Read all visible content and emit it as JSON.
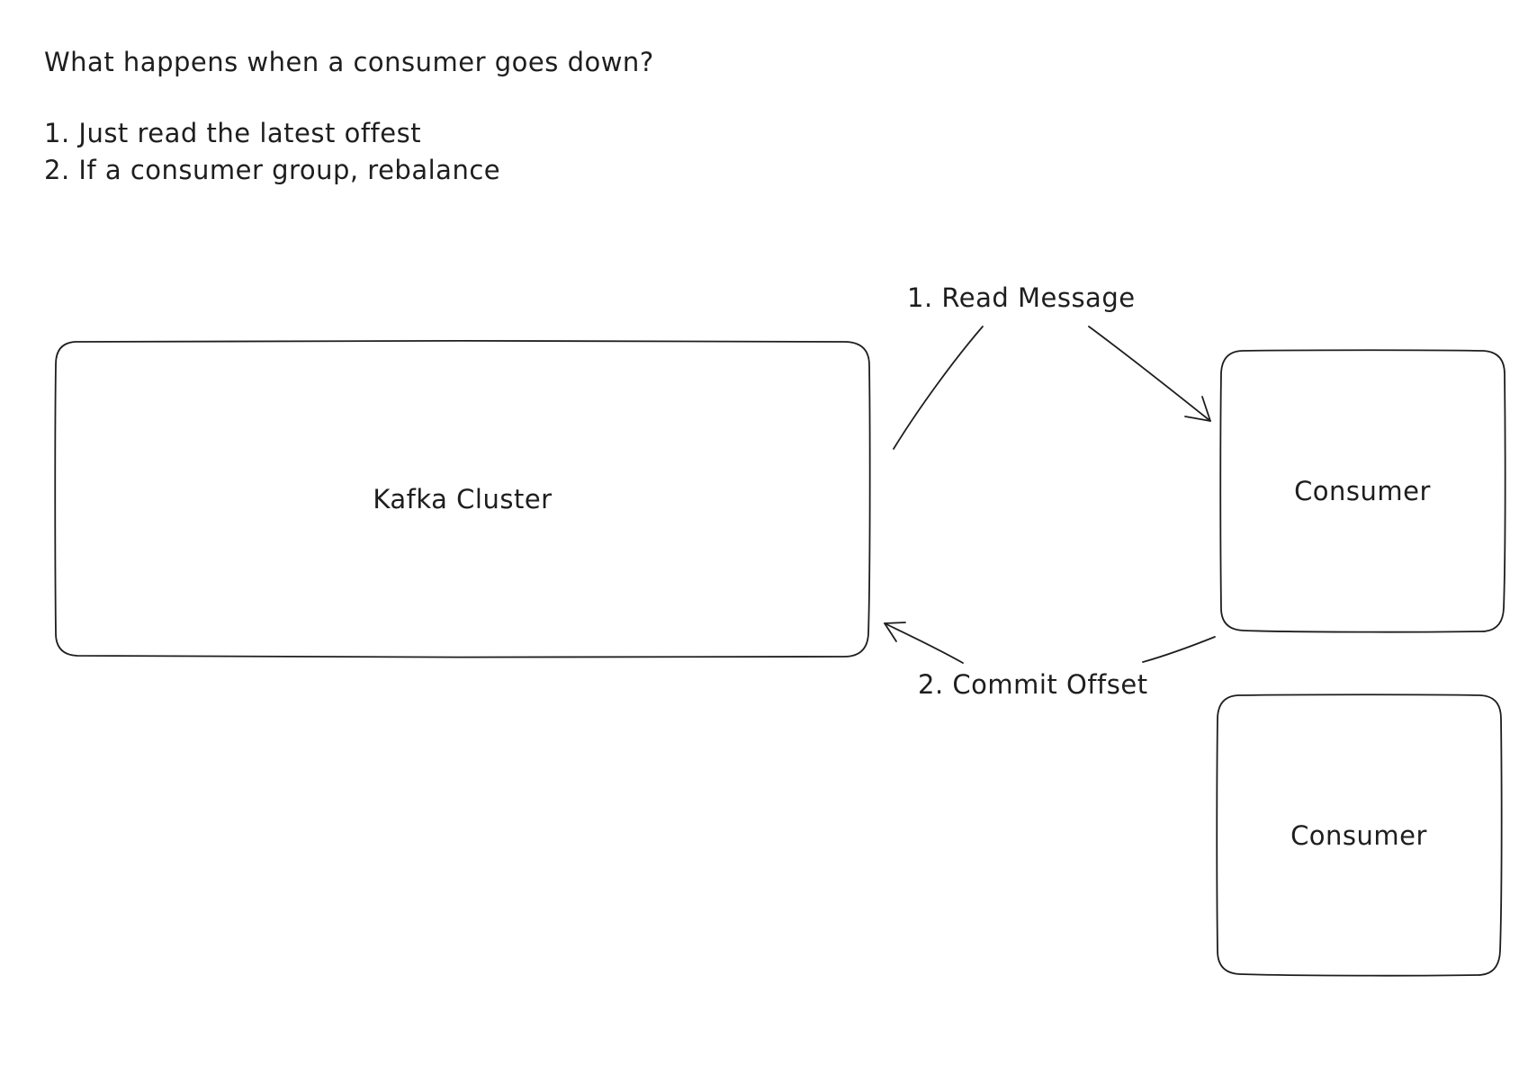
{
  "header": {
    "question": "What happens when a consumer goes down?"
  },
  "notes": [
    "1. Just read the latest offest",
    "2. If a consumer group, rebalance"
  ],
  "nodes": {
    "kafka_cluster": "Kafka Cluster",
    "consumer_1": "Consumer",
    "consumer_2": "Consumer"
  },
  "edges": {
    "read_message": "1. Read Message",
    "commit_offset": "2. Commit Offset"
  }
}
